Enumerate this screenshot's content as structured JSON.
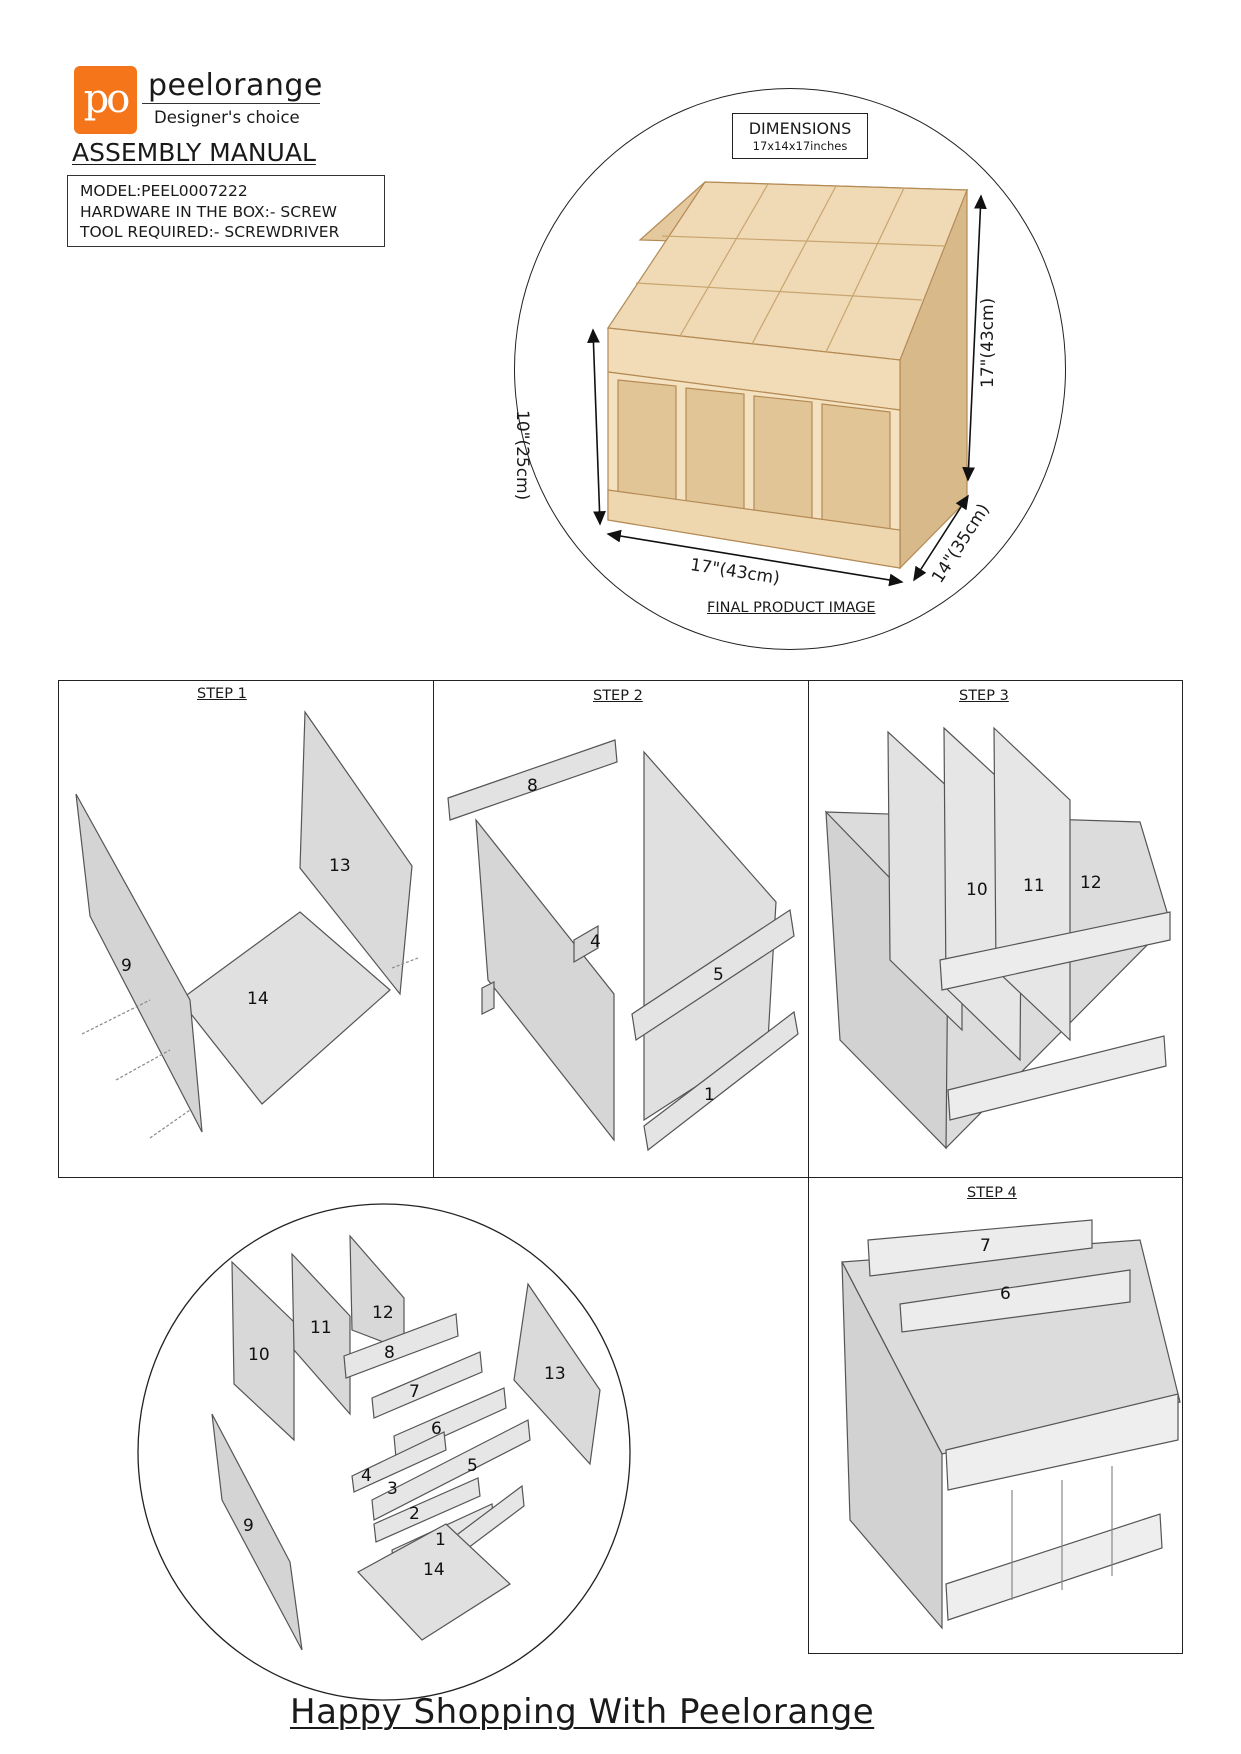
{
  "header": {
    "logo_text": "po",
    "brand": "peelorange",
    "tagline": "Designer's choice",
    "manual_title": "ASSEMBLY MANUAL",
    "info_lines": [
      "MODEL:PEEL0007222",
      "HARDWARE IN THE BOX:- SCREW",
      "TOOL REQUIRED:- SCREWDRIVER"
    ]
  },
  "final_product": {
    "dimensions_title": "DIMENSIONS",
    "dimensions_value": "17x14x17inches",
    "height_front": "10\"(25cm)",
    "height_back": "17\"(43cm)",
    "width": "17\"(43cm)",
    "depth": "14\"(35cm)",
    "caption": "FINAL PRODUCT IMAGE"
  },
  "steps": [
    {
      "title": "STEP 1",
      "parts": [
        "9",
        "13",
        "14"
      ]
    },
    {
      "title": "STEP 2",
      "parts": [
        "8",
        "4",
        "5",
        "1"
      ]
    },
    {
      "title": "STEP 3",
      "parts": [
        "10",
        "11",
        "12"
      ]
    },
    {
      "title": "STEP 4",
      "parts": [
        "7",
        "6"
      ]
    }
  ],
  "parts_overview": [
    "10",
    "11",
    "12",
    "8",
    "13",
    "7",
    "6",
    "4",
    "5",
    "3",
    "2",
    "1",
    "9",
    "14"
  ],
  "colors": {
    "brand_orange": "#f5761a",
    "wood": "#ecd3aa",
    "panel_grey": "#dcdcdc"
  },
  "footer": "Happy Shopping With Peelorange"
}
